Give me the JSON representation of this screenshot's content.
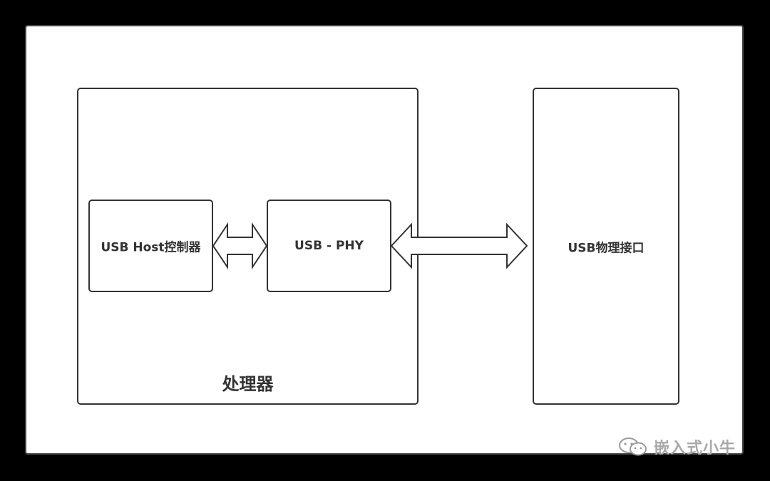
{
  "diagram": {
    "processor": {
      "title": "处理器"
    },
    "host_controller": {
      "label": "USB Host控制器"
    },
    "phy": {
      "label": "USB - PHY"
    },
    "physical_interface": {
      "label": "USB物理接口"
    }
  },
  "watermark": {
    "icon": "wechat-icon",
    "text": "嵌入式小牛"
  },
  "colors": {
    "background": "#000000",
    "canvas": "#ffffff",
    "stroke": "#333333",
    "watermark": "#a8a8a8"
  }
}
